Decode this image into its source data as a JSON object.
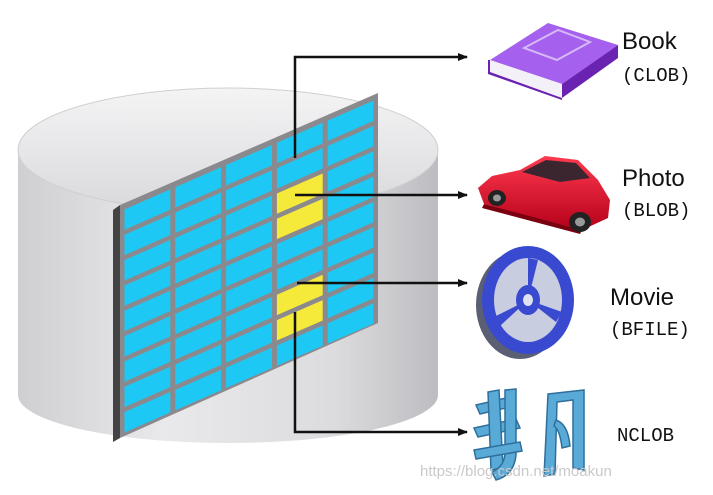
{
  "items": [
    {
      "title": "Book",
      "type_prefix": "(",
      "type": "CLOB",
      "type_suffix": ")",
      "icon": "book-icon"
    },
    {
      "title": "Photo",
      "type_prefix": "(",
      "type": "BLOB",
      "type_suffix": ")",
      "icon": "car-icon"
    },
    {
      "title": "Movie",
      "type_prefix": "(",
      "type": "BFILE",
      "type_suffix": ")",
      "icon": "film-reel-icon"
    },
    {
      "title": "",
      "type_prefix": "",
      "type": "NCLOB",
      "type_suffix": "",
      "icon": "chinese-characters-icon"
    }
  ],
  "watermark": "https://blog.csdn.net/moakun",
  "colors": {
    "cell": "#1ec8f5",
    "cell_highlight": "#f5e93a",
    "cylinder": "#e2e2e4",
    "book": "#8a3ad6",
    "car": "#e0102a",
    "reel": "#3a4ad0",
    "chars": "#5aaad8"
  }
}
